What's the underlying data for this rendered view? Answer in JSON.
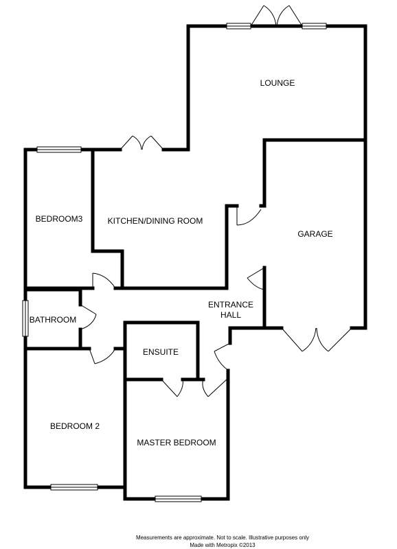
{
  "rooms": {
    "lounge": "LOUNGE",
    "garage": "GARAGE",
    "bedroom3": "BEDROOM3",
    "kitchen": "KITCHEN/DINING ROOM",
    "entrance_line1": "ENTRANCE",
    "entrance_line2": "HALL",
    "bathroom": "BATHROOM",
    "ensuite": "ENSUITE",
    "bedroom2": "BEDROOM 2",
    "master": "MASTER BEDROOM"
  },
  "footer": {
    "line1": "Measurements are approximate.  Not to scale.  Illustrative purposes only",
    "line2": "Made with Metropix ©2013"
  }
}
